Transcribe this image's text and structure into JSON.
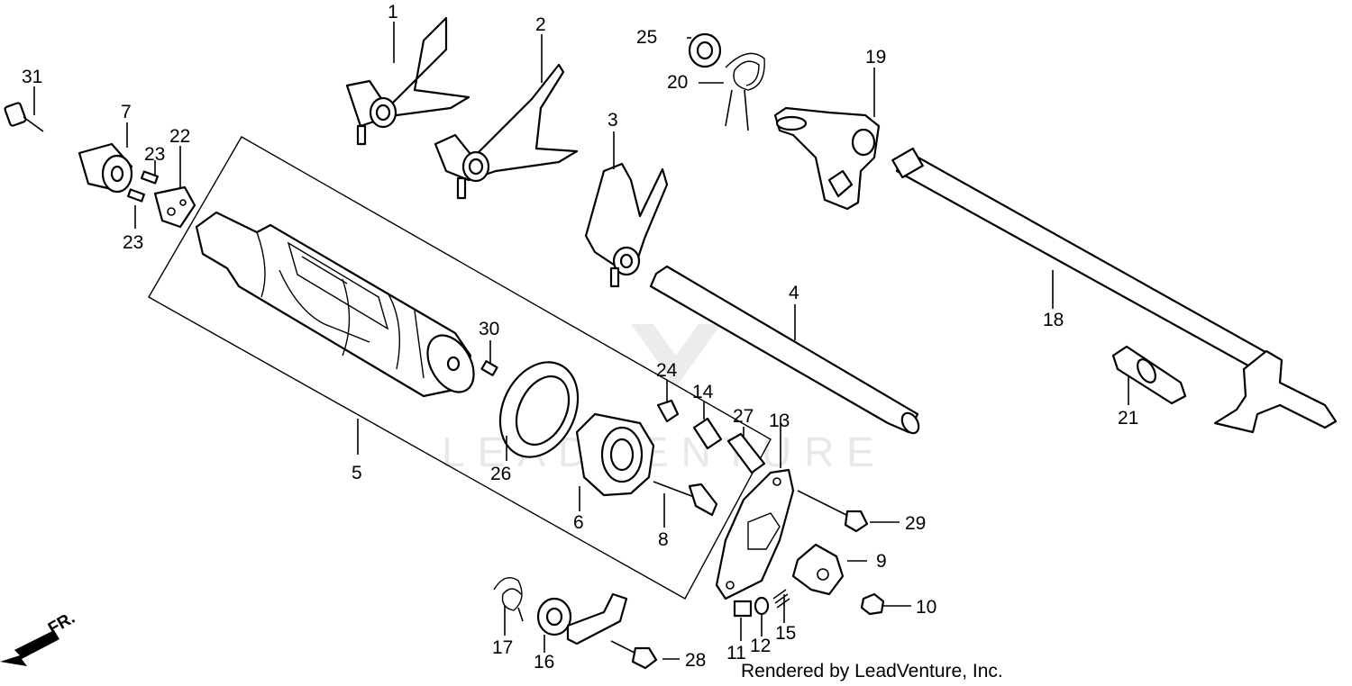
{
  "diagram": {
    "credit": "Rendered by LeadVenture, Inc.",
    "watermark": "LEADVENTURE",
    "direction_label": "FR.",
    "callouts": [
      {
        "id": "c1",
        "label": "1"
      },
      {
        "id": "c2",
        "label": "2"
      },
      {
        "id": "c3",
        "label": "3"
      },
      {
        "id": "c4",
        "label": "4"
      },
      {
        "id": "c5",
        "label": "5"
      },
      {
        "id": "c6",
        "label": "6"
      },
      {
        "id": "c7",
        "label": "7"
      },
      {
        "id": "c8",
        "label": "8"
      },
      {
        "id": "c9",
        "label": "9"
      },
      {
        "id": "c10",
        "label": "10"
      },
      {
        "id": "c11",
        "label": "11"
      },
      {
        "id": "c12",
        "label": "12"
      },
      {
        "id": "c13",
        "label": "13"
      },
      {
        "id": "c14",
        "label": "14"
      },
      {
        "id": "c15",
        "label": "15"
      },
      {
        "id": "c16",
        "label": "16"
      },
      {
        "id": "c17",
        "label": "17"
      },
      {
        "id": "c18",
        "label": "18"
      },
      {
        "id": "c19",
        "label": "19"
      },
      {
        "id": "c20",
        "label": "20"
      },
      {
        "id": "c21",
        "label": "21"
      },
      {
        "id": "c22",
        "label": "22"
      },
      {
        "id": "c23a",
        "label": "23"
      },
      {
        "id": "c23b",
        "label": "23"
      },
      {
        "id": "c24",
        "label": "24"
      },
      {
        "id": "c25",
        "label": "25"
      },
      {
        "id": "c26",
        "label": "26"
      },
      {
        "id": "c27",
        "label": "27"
      },
      {
        "id": "c28",
        "label": "28"
      },
      {
        "id": "c29",
        "label": "29"
      },
      {
        "id": "c30",
        "label": "30"
      },
      {
        "id": "c31",
        "label": "31"
      }
    ]
  }
}
